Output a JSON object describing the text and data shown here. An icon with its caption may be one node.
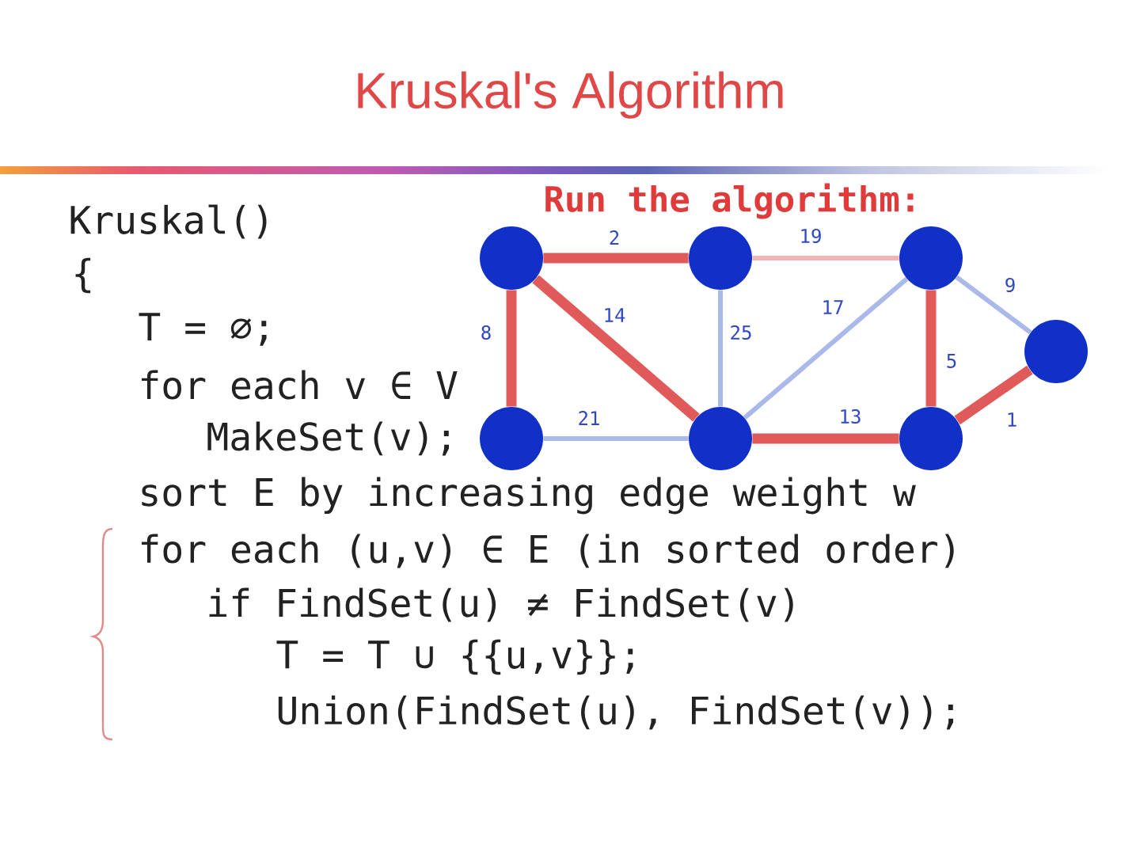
{
  "diagram": {
    "title": "Kruskal's Algorithm",
    "nodes": [
      {
        "text": [],
        "shape": "circle"
      },
      {
        "text": [],
        "shape": "circle"
      },
      {
        "text": [],
        "shape": "circle"
      },
      {
        "text": [],
        "shape": "circle"
      },
      {
        "text": [],
        "shape": "circle"
      },
      {
        "text": [],
        "shape": "circle"
      },
      {
        "text": [],
        "shape": "circle"
      }
    ],
    "edges": [
      {
        "from": 0,
        "to": 1,
        "arrow": "none",
        "label": "2"
      },
      {
        "from": 1,
        "to": 2,
        "arrow": "none",
        "label": "19",
        "color": "#f0b4b4"
      },
      {
        "from": 2,
        "to": 3,
        "arrow": "none",
        "label": "9",
        "color": "#aab8ea"
      },
      {
        "from": 0,
        "to": 4,
        "arrow": "none",
        "label": "8"
      },
      {
        "from": 0,
        "to": 5,
        "arrow": "none",
        "label": "14"
      },
      {
        "from": 1,
        "to": 5,
        "arrow": "none",
        "label": "25",
        "color": "#aab8ea"
      },
      {
        "from": 5,
        "to": 2,
        "arrow": "none",
        "label": "17",
        "color": "#aab8ea"
      },
      {
        "from": 2,
        "to": 6,
        "arrow": "none",
        "label": "5"
      },
      {
        "from": 6,
        "to": 3,
        "arrow": "none",
        "label": "1"
      },
      {
        "from": 4,
        "to": 5,
        "arrow": "none",
        "label": "21",
        "color": "#aab8ea"
      },
      {
        "from": 5,
        "to": 6,
        "arrow": "none",
        "label": "13"
      }
    ],
    "labels": [
      "Run the algorithm:",
      "Kruskal()",
      "{",
      "T = ∅;",
      "for each v ∈ V",
      "MakeSet(v);",
      "sort E by increasing edge weight w",
      "for each (u,v) ∈ E (in sorted order)",
      "if FindSet(u) ≠ FindSet(v)",
      "T = T ∪ {{u,v}};",
      "Union(FindSet(u), FindSet(v));"
    ]
  }
}
